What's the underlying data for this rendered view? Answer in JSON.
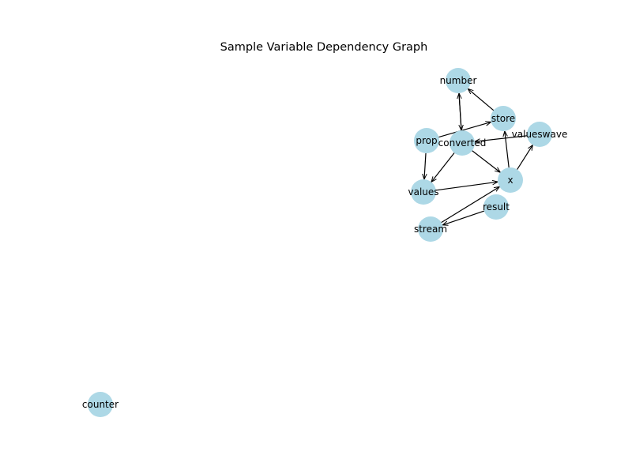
{
  "title": "Sample Variable Dependency Graph",
  "colors": {
    "node_fill": "#add8e6",
    "edge": "#000000",
    "background": "#ffffff"
  },
  "nodes": [
    {
      "id": "number",
      "label": "number"
    },
    {
      "id": "store",
      "label": "store"
    },
    {
      "id": "prop",
      "label": "prop"
    },
    {
      "id": "converted",
      "label": "converted"
    },
    {
      "id": "valueswave",
      "label": "valueswave"
    },
    {
      "id": "x",
      "label": "x"
    },
    {
      "id": "values",
      "label": "values"
    },
    {
      "id": "result",
      "label": "result"
    },
    {
      "id": "stream",
      "label": "stream"
    },
    {
      "id": "counter",
      "label": "counter"
    }
  ],
  "edges": [
    {
      "from": "store",
      "to": "number"
    },
    {
      "from": "number",
      "to": "converted"
    },
    {
      "from": "converted",
      "to": "number"
    },
    {
      "from": "prop",
      "to": "store"
    },
    {
      "from": "prop",
      "to": "values"
    },
    {
      "from": "valueswave",
      "to": "converted"
    },
    {
      "from": "converted",
      "to": "values"
    },
    {
      "from": "converted",
      "to": "x"
    },
    {
      "from": "x",
      "to": "store"
    },
    {
      "from": "x",
      "to": "valueswave"
    },
    {
      "from": "values",
      "to": "x"
    },
    {
      "from": "stream",
      "to": "x"
    },
    {
      "from": "result",
      "to": "stream"
    }
  ]
}
